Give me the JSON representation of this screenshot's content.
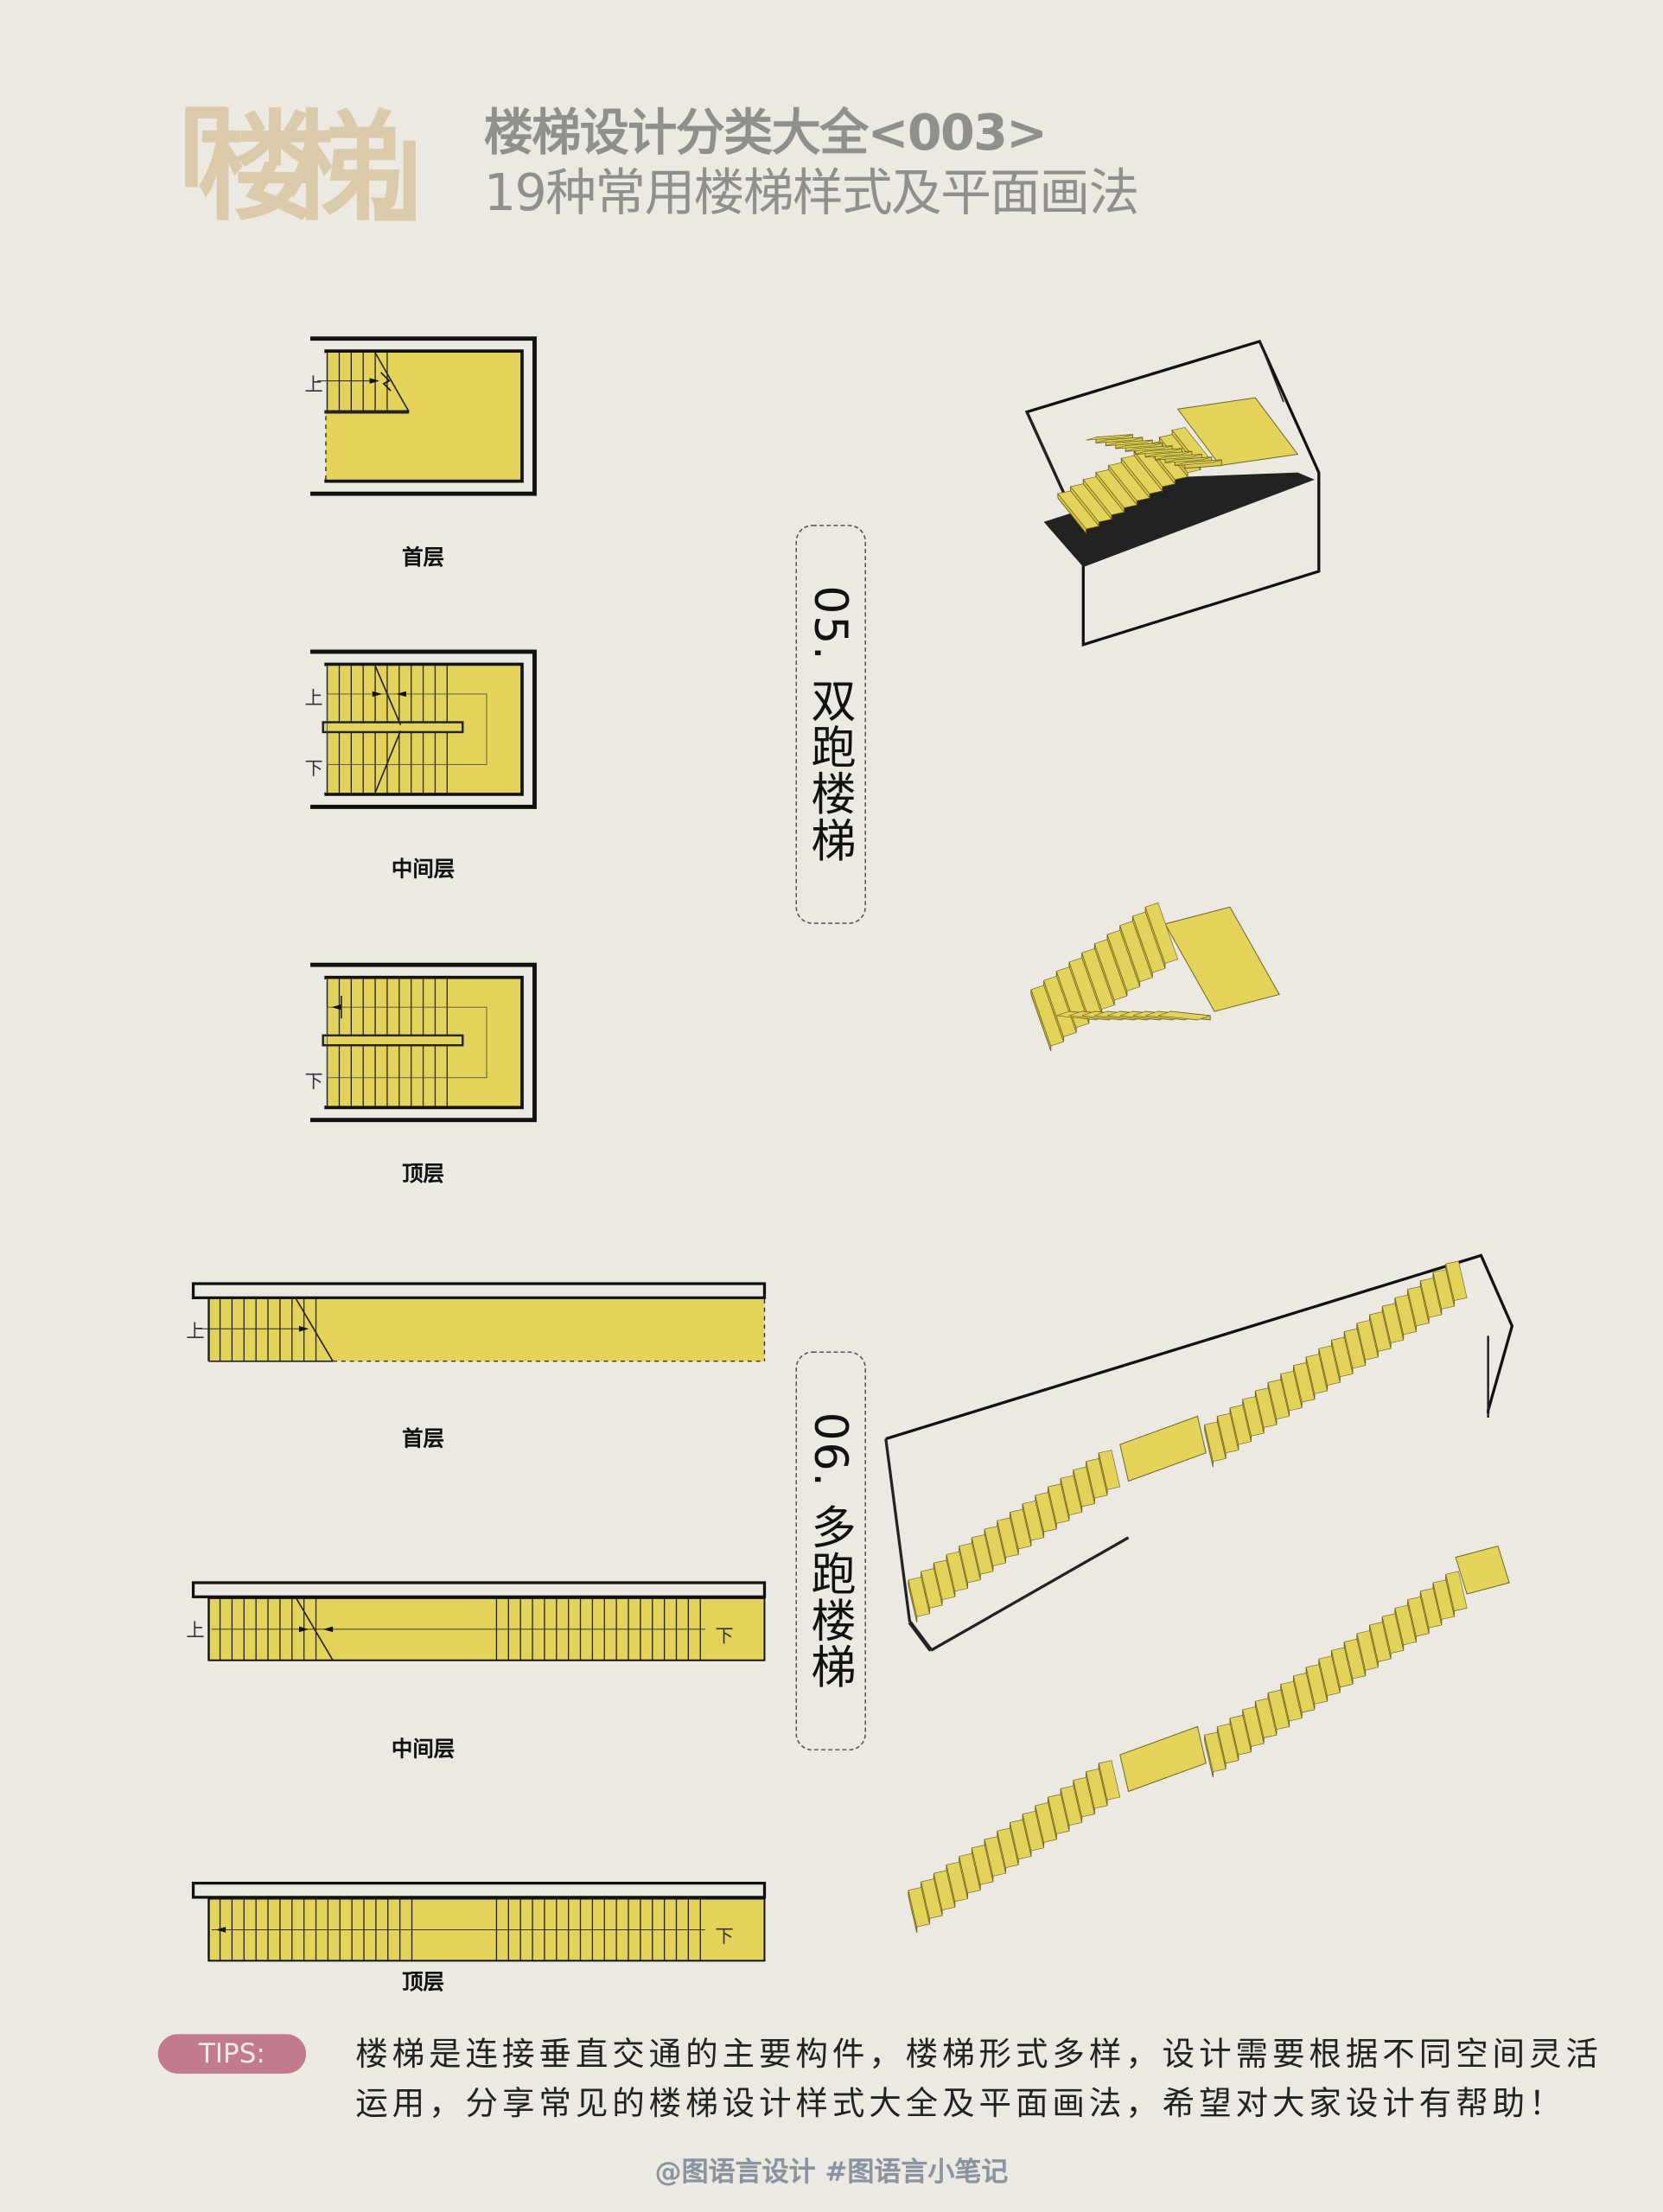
{
  "header": {
    "tag": "「楼梯」",
    "title": "楼梯设计分类大全<003>",
    "subtitle": "19种常用楼梯样式及平面画法"
  },
  "sections": [
    {
      "label": "05. 双跑楼梯",
      "floors": [
        "首层",
        "中间层",
        "顶层"
      ]
    },
    {
      "label": "06. 多跑楼梯",
      "floors": [
        "首层",
        "中间层",
        "顶层"
      ]
    }
  ],
  "stair_marks": {
    "up": "上",
    "down": "下"
  },
  "tips": {
    "badge": "TIPS:",
    "text": "楼梯是连接垂直交通的主要构件，楼梯形式多样，设计需要根据不同空间灵活运用，分享常见的楼梯设计样式大全及平面画法，希望对大家设计有帮助！"
  },
  "footer": "@图语言设计  #图语言小笔记",
  "colors": {
    "background": "#ebe9e1",
    "stair": "#e3d35a",
    "tag": "#dccbaa",
    "tips": "#c27b8c"
  }
}
